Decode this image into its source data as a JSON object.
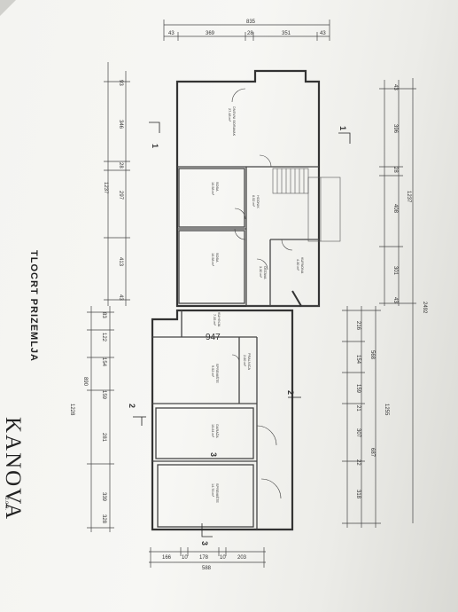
{
  "title": "TLOCRT PRIZEMLJA",
  "brand": {
    "name": "KANOVA",
    "suffix": "d.o.o."
  },
  "area_total": "947",
  "section_markers": [
    "1",
    "1",
    "2",
    "2",
    "3",
    "3"
  ],
  "dims_top_total": "835",
  "dims_top_row": [
    "43",
    "369",
    "28",
    "351",
    "43"
  ],
  "dims_left_outer": [
    "93",
    "346",
    "28",
    "297"
  ],
  "dims_left_total": "1237",
  "dims_left_inner": [
    "413",
    "43"
  ],
  "dims_right_outer": [
    "43",
    "396",
    "28",
    "408",
    "1237",
    "301",
    "43"
  ],
  "dims_far_right_total": "2492",
  "dims_lower_left": [
    "83",
    "122",
    "154",
    "159",
    "890",
    "1228",
    "281",
    "339",
    "328"
  ],
  "dims_lower_right": [
    "216",
    "154",
    "159",
    "21",
    "307",
    "22",
    "318",
    "568",
    "1255",
    "687"
  ],
  "dims_bottom": [
    "166",
    "10",
    "178",
    "10",
    "203",
    "588"
  ],
  "rooms": [
    {
      "name": "DNEVNI BORAVAK",
      "area": "27.48 m²"
    },
    {
      "name": "SOBA",
      "area": "10.58 m²"
    },
    {
      "name": "SOBA",
      "area": "10.58 m²"
    },
    {
      "name": "HODNIK",
      "area": "6.52 m²"
    },
    {
      "name": "KUPAONA",
      "area": "4.30 m²"
    },
    {
      "name": "OSTAVA",
      "area": "3.30 m²"
    },
    {
      "name": "KUHINJA",
      "area": "7.35 m²"
    },
    {
      "name": "SPREMIŠTE",
      "area": "9.52 m²"
    },
    {
      "name": "PRALNICA",
      "area": "2.60 m²"
    },
    {
      "name": "GARAŽA",
      "area": "15.64 m²"
    },
    {
      "name": "SPREMIŠTE",
      "area": "14.76 m²"
    }
  ]
}
